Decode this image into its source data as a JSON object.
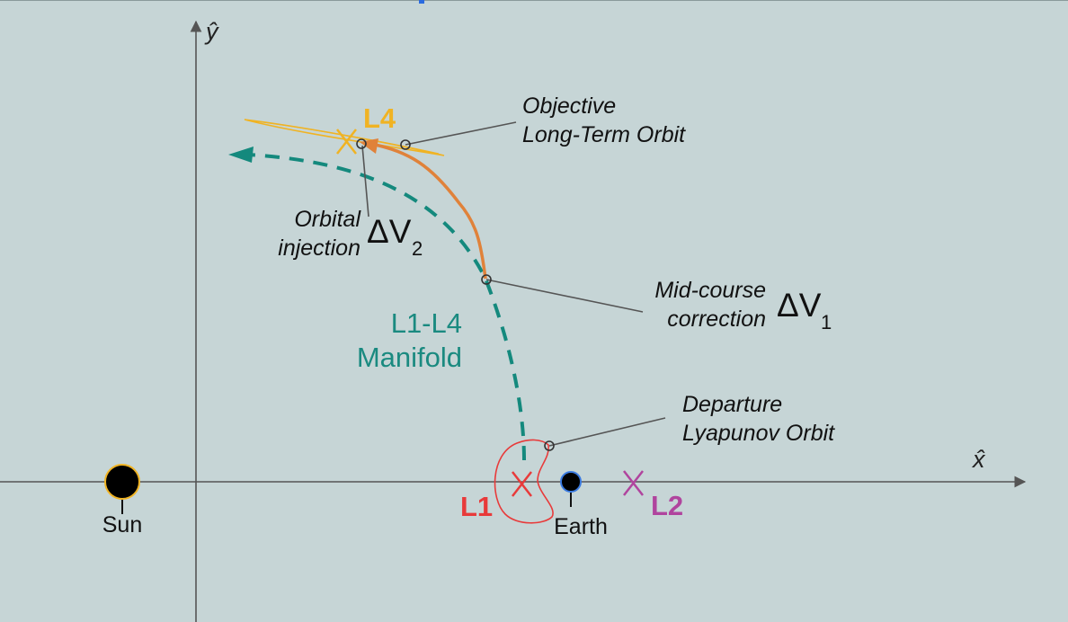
{
  "axes": {
    "x_label": "x̂",
    "y_label": "ŷ"
  },
  "bodies": {
    "sun": "Sun",
    "earth": "Earth"
  },
  "points": {
    "l1": "L1",
    "l2": "L2",
    "l4": "L4"
  },
  "annotations": {
    "objective_line1": "Objective",
    "objective_line2": "Long-Term Orbit",
    "injection_line1": "Orbital",
    "injection_line2": "injection",
    "dv2_symbol": "ΔV",
    "dv2_sub": "2",
    "midcourse_line1": "Mid-course",
    "midcourse_line2": "correction",
    "dv1_symbol": "ΔV",
    "dv1_sub": "1",
    "departure_line1": "Departure",
    "departure_line2": "Lyapunov Orbit",
    "manifold_line1": "L1-L4",
    "manifold_line2": "Manifold"
  },
  "colors": {
    "background": "#c6d5d6",
    "manifold": "#14897d",
    "transfer": "#e0823a",
    "lyapunov": "#e83a3a",
    "l1": "#e83a3a",
    "l2": "#b0449e",
    "l4": "#f0b323",
    "axis": "#555555"
  }
}
